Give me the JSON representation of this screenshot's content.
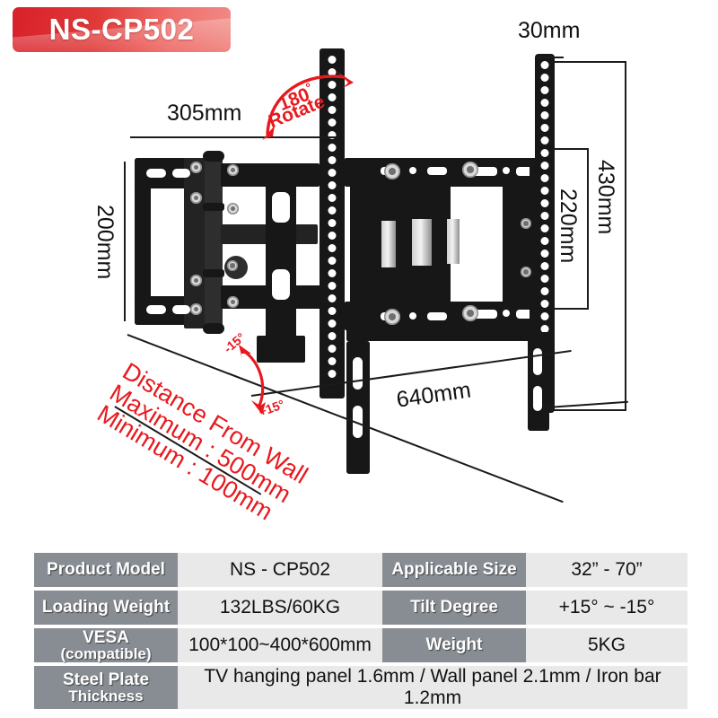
{
  "product": {
    "badge_label": "NS-CP502"
  },
  "annotations": {
    "width_top": "305mm",
    "height_left": "200mm",
    "depth_top_right": "30mm",
    "height_right_outer": "430mm",
    "height_right_inner": "220mm",
    "width_bottom": "640mm",
    "rotate_value": "180",
    "rotate_degree_symbol": "°",
    "rotate_label": "Rotate",
    "tilt_up": "-15°",
    "tilt_down": "+15°",
    "distance_line1": "Distance From Wall",
    "distance_line2": "Maximum : 500mm",
    "distance_line3": "Minimum : 100mm"
  },
  "spec_table": {
    "rows": [
      {
        "label_a": "Product Model",
        "value_a": "NS - CP502",
        "label_b": "Applicable Size",
        "value_b": "32” - 70”"
      },
      {
        "label_a": "Loading Weight",
        "value_a": "132LBS/60KG",
        "label_b": "Tilt Degree",
        "value_b": "+15° ~ -15°"
      },
      {
        "label_a": "VESA",
        "label_a_sub": "(compatible)",
        "value_a": "100*100~400*600mm",
        "label_b": "Weight",
        "value_b": "5KG"
      }
    ],
    "last_row": {
      "label": "Steel Plate",
      "label_sub": "Thickness",
      "value": "TV hanging panel 1.6mm / Wall panel 2.1mm / Iron bar 1.2mm"
    }
  },
  "colors": {
    "badge_red": "#d8202a",
    "annotation_red": "#e8191e",
    "table_header_gray": "#888d94",
    "table_value_gray": "#e9e9e9",
    "metal_black": "#171717"
  }
}
